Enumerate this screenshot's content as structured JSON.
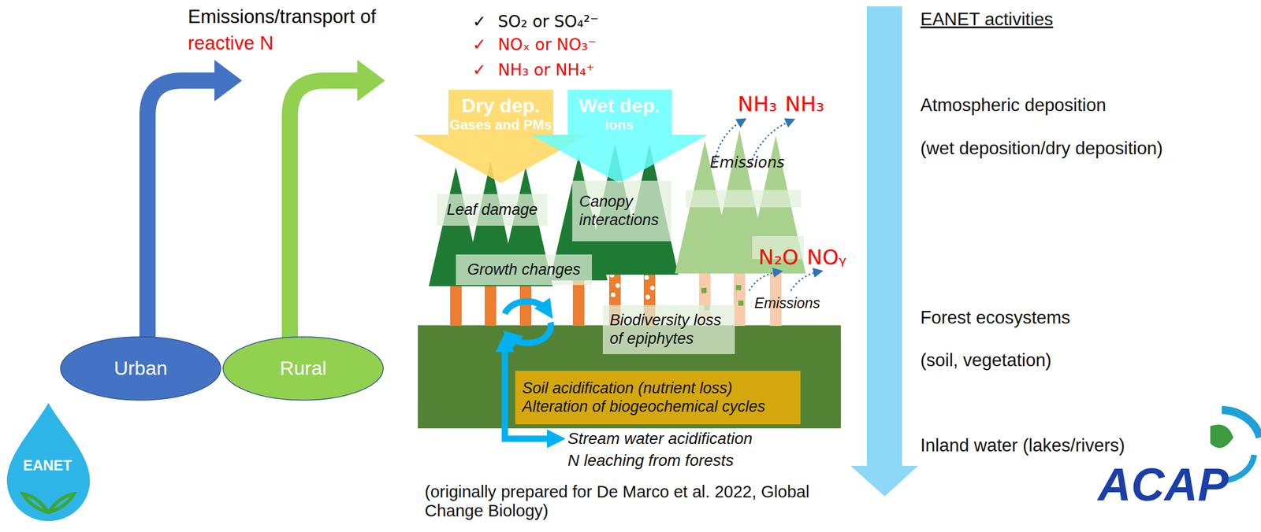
{
  "diagram": {
    "caption": "(originally prepared for De Marco et al. 2022, Global Change Biology)",
    "nodes": [
      {
        "text": [
          "Urban"
        ]
      },
      {
        "text": [
          "Rural"
        ]
      },
      {
        "text": [
          "Dry dep.",
          "Gases and PMs"
        ]
      },
      {
        "text": [
          "Wet dep.",
          "ions"
        ]
      },
      {
        "text": [
          "Leaf damage"
        ]
      },
      {
        "text": [
          "Canopy interactions"
        ]
      },
      {
        "text": [
          "Growth changes"
        ]
      },
      {
        "text": [
          "Biodiversity loss of epiphytes"
        ]
      },
      {
        "text": [
          "Soil acidification (nutrient loss)",
          "Alteration of biogeochemical cycles"
        ]
      }
    ],
    "labels": [
      "Emissions/transport of",
      "reactive N",
      "✓",
      "SO₂ or SO₄²⁻",
      "✓",
      "NOₓ or NO₃⁻",
      "✓",
      "NH₃ or NH₄⁺",
      "NH₃",
      "NH₃",
      "Emissions",
      "N₂O",
      "NOᵧ",
      "Emissions",
      "Stream water acidification",
      "N leaching from forests",
      "EANET activities",
      "Atmospheric deposition",
      "(wet deposition/dry deposition)",
      "Forest ecosystems",
      "(soil, vegetation)",
      "Inland water (lakes/rivers)",
      "EANET",
      "ACAP"
    ]
  }
}
